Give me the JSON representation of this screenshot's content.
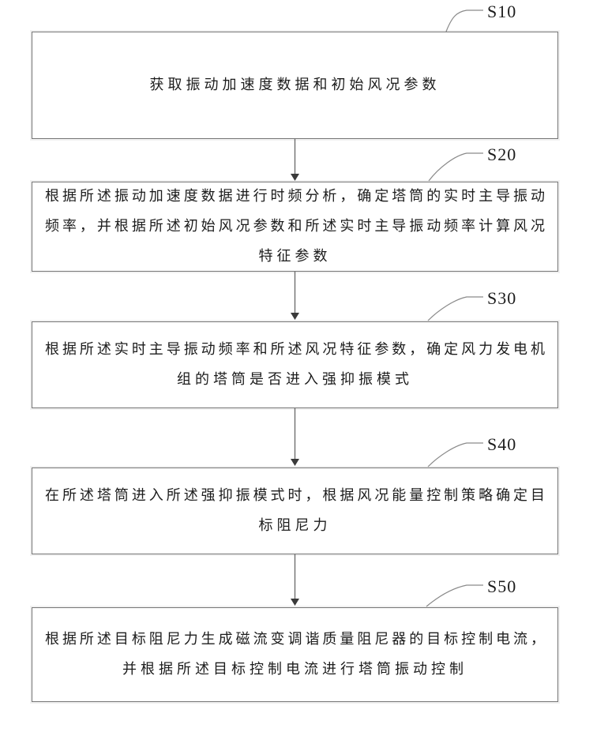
{
  "figure": {
    "type": "flowchart",
    "language": "zh",
    "colors": {
      "background": "#ffffff",
      "box_border": "#767676",
      "line": "#6f6f6f",
      "text": "#1c1c1c"
    },
    "steps": [
      {
        "label": "S10",
        "lines": [
          "获取振动加速度数据和初始风况参数"
        ]
      },
      {
        "label": "S20",
        "lines": [
          "根据所述振动加速度数据进行时频分析，确定塔筒的实时主导振动",
          "频率，并根据所述初始风况参数和所述实时主导振动频率计算风况",
          "特征参数"
        ]
      },
      {
        "label": "S30",
        "lines": [
          "根据所述实时主导振动频率和所述风况特征参数，确定风力发电机",
          "组的塔筒是否进入强抑振模式"
        ]
      },
      {
        "label": "S40",
        "lines": [
          "在所述塔筒进入所述强抑振模式时，根据风况能量控制策略确定目",
          "标阻尼力"
        ]
      },
      {
        "label": "S50",
        "lines": [
          "根据所述目标阻尼力生成磁流变调谐质量阻尼器的目标控制电流，",
          "并根据所述目标控制电流进行塔筒振动控制"
        ]
      }
    ]
  }
}
